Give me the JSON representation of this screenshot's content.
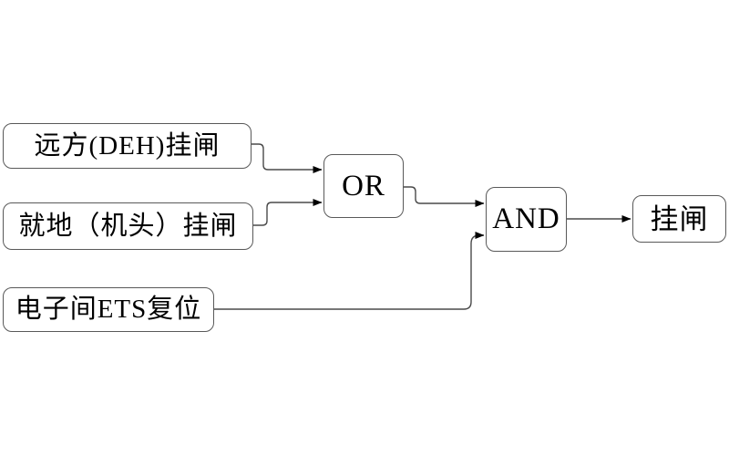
{
  "diagram": {
    "type": "logic-flow",
    "nodes": {
      "input_remote": {
        "label": "远方(DEH)挂闸",
        "kind": "input"
      },
      "input_local": {
        "label": "就地（机头）挂闸",
        "kind": "input"
      },
      "input_ets": {
        "label": "电子间ETS复位",
        "kind": "input"
      },
      "gate_or": {
        "label": "OR",
        "kind": "gate"
      },
      "gate_and": {
        "label": "AND",
        "kind": "gate"
      },
      "output_trip": {
        "label": "挂闸",
        "kind": "output"
      }
    },
    "connections": [
      {
        "from": "input_remote",
        "to": "gate_or"
      },
      {
        "from": "input_local",
        "to": "gate_or"
      },
      {
        "from": "gate_or",
        "to": "gate_and"
      },
      {
        "from": "input_ets",
        "to": "gate_and"
      },
      {
        "from": "gate_and",
        "to": "output_trip"
      }
    ],
    "colors": {
      "background": "#ffffff",
      "node_border": "#595959",
      "wire": "#4a4a4a",
      "arrowhead": "#000000",
      "text": "#000000"
    }
  }
}
